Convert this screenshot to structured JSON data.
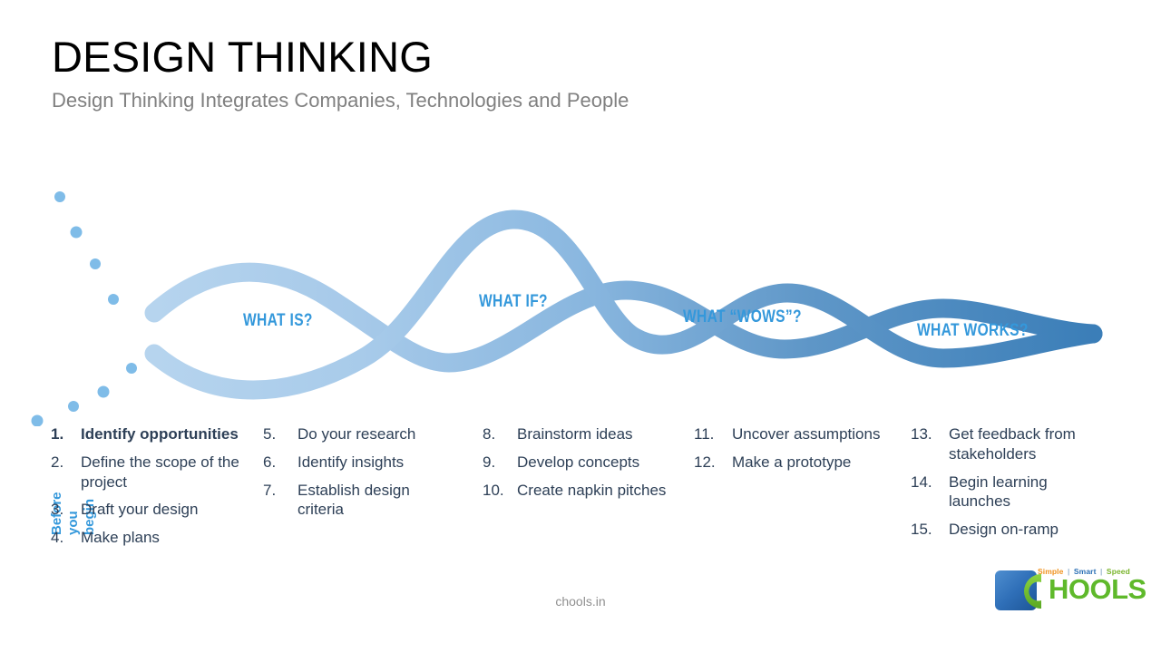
{
  "header": {
    "title": "DESIGN THINKING",
    "subtitle": "Design Thinking Integrates Companies, Technologies and People"
  },
  "diagram": {
    "before_label": {
      "line1": "Before",
      "line2": "you",
      "line3": "begin"
    },
    "stages": [
      {
        "label": "WHAT IS?",
        "color": "#3498db"
      },
      {
        "label": "WHAT IF?",
        "color": "#3498db"
      },
      {
        "label": "WHAT “WOWS”?",
        "color": "#3498db"
      },
      {
        "label": "WHAT WORKS?",
        "color": "#3498db"
      }
    ],
    "ribbon_colors": [
      "#aed0ec",
      "#9fc6e6",
      "#7fb0d8",
      "#5f97c8",
      "#3b7eb8"
    ],
    "dot_color": "#7fbce8"
  },
  "lists": {
    "columns": [
      {
        "items": [
          {
            "num": "1.",
            "text": "Identify opportunities",
            "bold": true
          },
          {
            "num": "2.",
            "text": "Define the scope of the project",
            "bold": false
          },
          {
            "num": "3.",
            "text": "Draft your design",
            "bold": false
          },
          {
            "num": "4.",
            "text": "Make plans",
            "bold": false
          }
        ]
      },
      {
        "items": [
          {
            "num": "5.",
            "text": "Do your research",
            "bold": false
          },
          {
            "num": "6.",
            "text": "Identify insights",
            "bold": false
          },
          {
            "num": "7.",
            "text": "Establish design criteria",
            "bold": false
          }
        ]
      },
      {
        "items": [
          {
            "num": "8.",
            "text": "Brainstorm ideas",
            "bold": false
          },
          {
            "num": "9.",
            "text": "Develop concepts",
            "bold": false
          },
          {
            "num": "10.",
            "text": "Create napkin pitches",
            "bold": false
          }
        ]
      },
      {
        "items": [
          {
            "num": "11.",
            "text": "Uncover assumptions",
            "bold": false
          },
          {
            "num": "12.",
            "text": "Make a prototype",
            "bold": false
          }
        ]
      },
      {
        "items": [
          {
            "num": "13.",
            "text": "Get feedback from stakeholders",
            "bold": false
          },
          {
            "num": "14.",
            "text": "Begin learning launches",
            "bold": false
          },
          {
            "num": "15.",
            "text": "Design on-ramp",
            "bold": false
          }
        ]
      }
    ]
  },
  "footer": {
    "text": "chools.in"
  },
  "logo": {
    "tagline": {
      "word1": "Simple",
      "sep": "|",
      "word2": "Smart",
      "word3": "Speed"
    },
    "wordmark": "HOOLS",
    "square_color": "#2f6fb8",
    "c_color": "#6cbf2f"
  }
}
